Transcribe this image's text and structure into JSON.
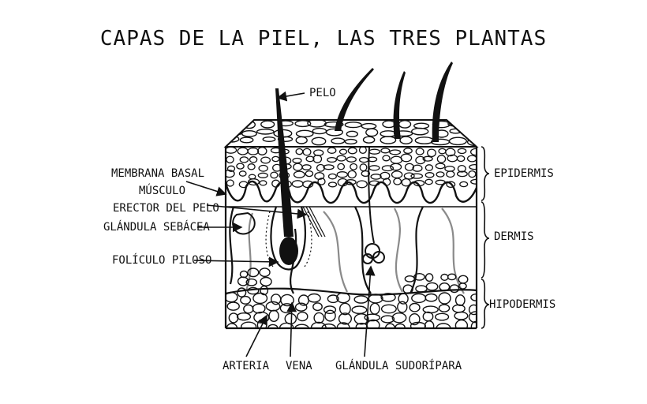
{
  "title": "CAPAS DE LA PIEL, LAS TRES PLANTAS",
  "labels": {
    "pelo": "PELO",
    "membrana_basal": "MEMBRANA BASAL",
    "musculo": "MÚSCULO",
    "erector_del_pelo": "ERECTOR DEL PELO",
    "glandula_sebacea": "GLÁNDULA SEBÁCEA",
    "foliculo_piloso": "FOLÍCULO PILOSO",
    "epidermis": "EPIDERMIS",
    "dermis": "DERMIS",
    "hipodermis": "HIPODERMIS",
    "arteria": "ARTERIA",
    "vena": "VENA",
    "glandula_sudoripara": "GLÁNDULA SUDORÍPARA"
  },
  "colors": {
    "ink": "#111111",
    "vessel_gray": "#8a8a8a",
    "background": "#ffffff"
  }
}
